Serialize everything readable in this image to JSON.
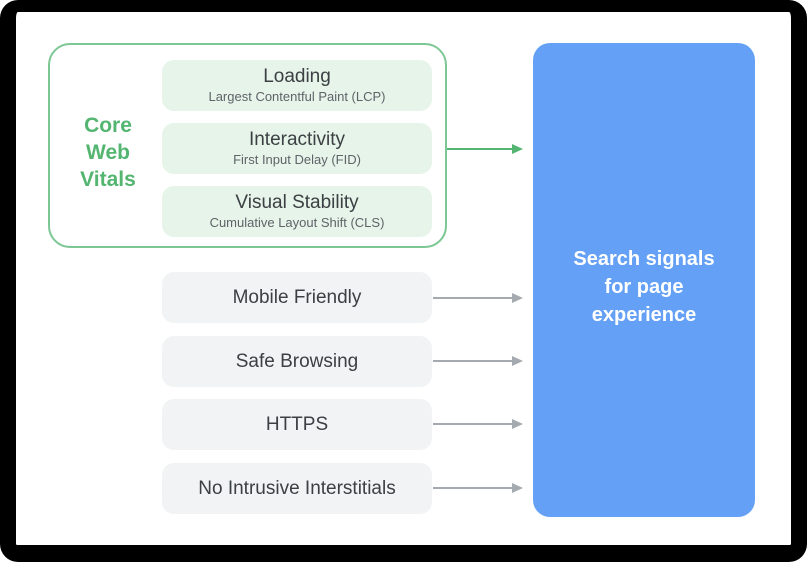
{
  "canvas": {
    "background": "#ffffff",
    "frame_color": "#000000"
  },
  "core_web_vitals_group": {
    "label": "Core\nWeb\nVitals",
    "label_color": "#53b570",
    "border_color": "#7cc793",
    "item_background": "#e6f4ea",
    "items": [
      {
        "title": "Loading",
        "subtitle": "Largest Contentful Paint (LCP)"
      },
      {
        "title": "Interactivity",
        "subtitle": "First Input Delay (FID)"
      },
      {
        "title": "Visual Stability",
        "subtitle": "Cumulative Layout Shift (CLS)"
      }
    ]
  },
  "other_signals": {
    "item_background": "#f1f3f4",
    "items": [
      {
        "label": "Mobile Friendly"
      },
      {
        "label": "Safe Browsing"
      },
      {
        "label": "HTTPS"
      },
      {
        "label": "No Intrusive Interstitials"
      }
    ]
  },
  "target_box": {
    "label": "Search signals\nfor page\nexperience",
    "background": "#64a1f6",
    "text_color": "#ffffff"
  },
  "connectors": {
    "green_arrow_color": "#53b570",
    "gray_arrow_color": "#a5aab0"
  }
}
